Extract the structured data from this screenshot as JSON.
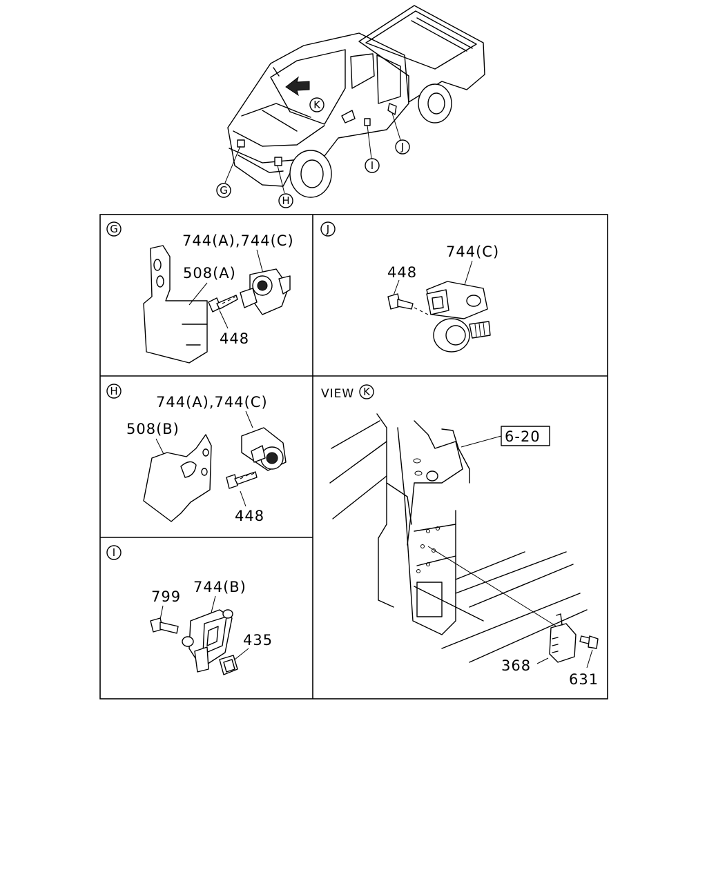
{
  "overview": {
    "callouts": [
      "K",
      "G",
      "H",
      "I",
      "J"
    ]
  },
  "panels": {
    "G": {
      "tag": "G",
      "labels": [
        "744(A),744(C)",
        "508(A)",
        "448"
      ]
    },
    "J": {
      "tag": "J",
      "labels": [
        "744(C)",
        "448"
      ]
    },
    "H": {
      "tag": "H",
      "labels": [
        "744(A),744(C)",
        "508(B)",
        "448"
      ]
    },
    "I": {
      "tag": "I",
      "labels": [
        "744(B)",
        "799",
        "435"
      ]
    },
    "K": {
      "tag": "K",
      "view_prefix": "VIEW",
      "ref_box": "6-20",
      "labels": [
        "368",
        "631"
      ]
    }
  }
}
